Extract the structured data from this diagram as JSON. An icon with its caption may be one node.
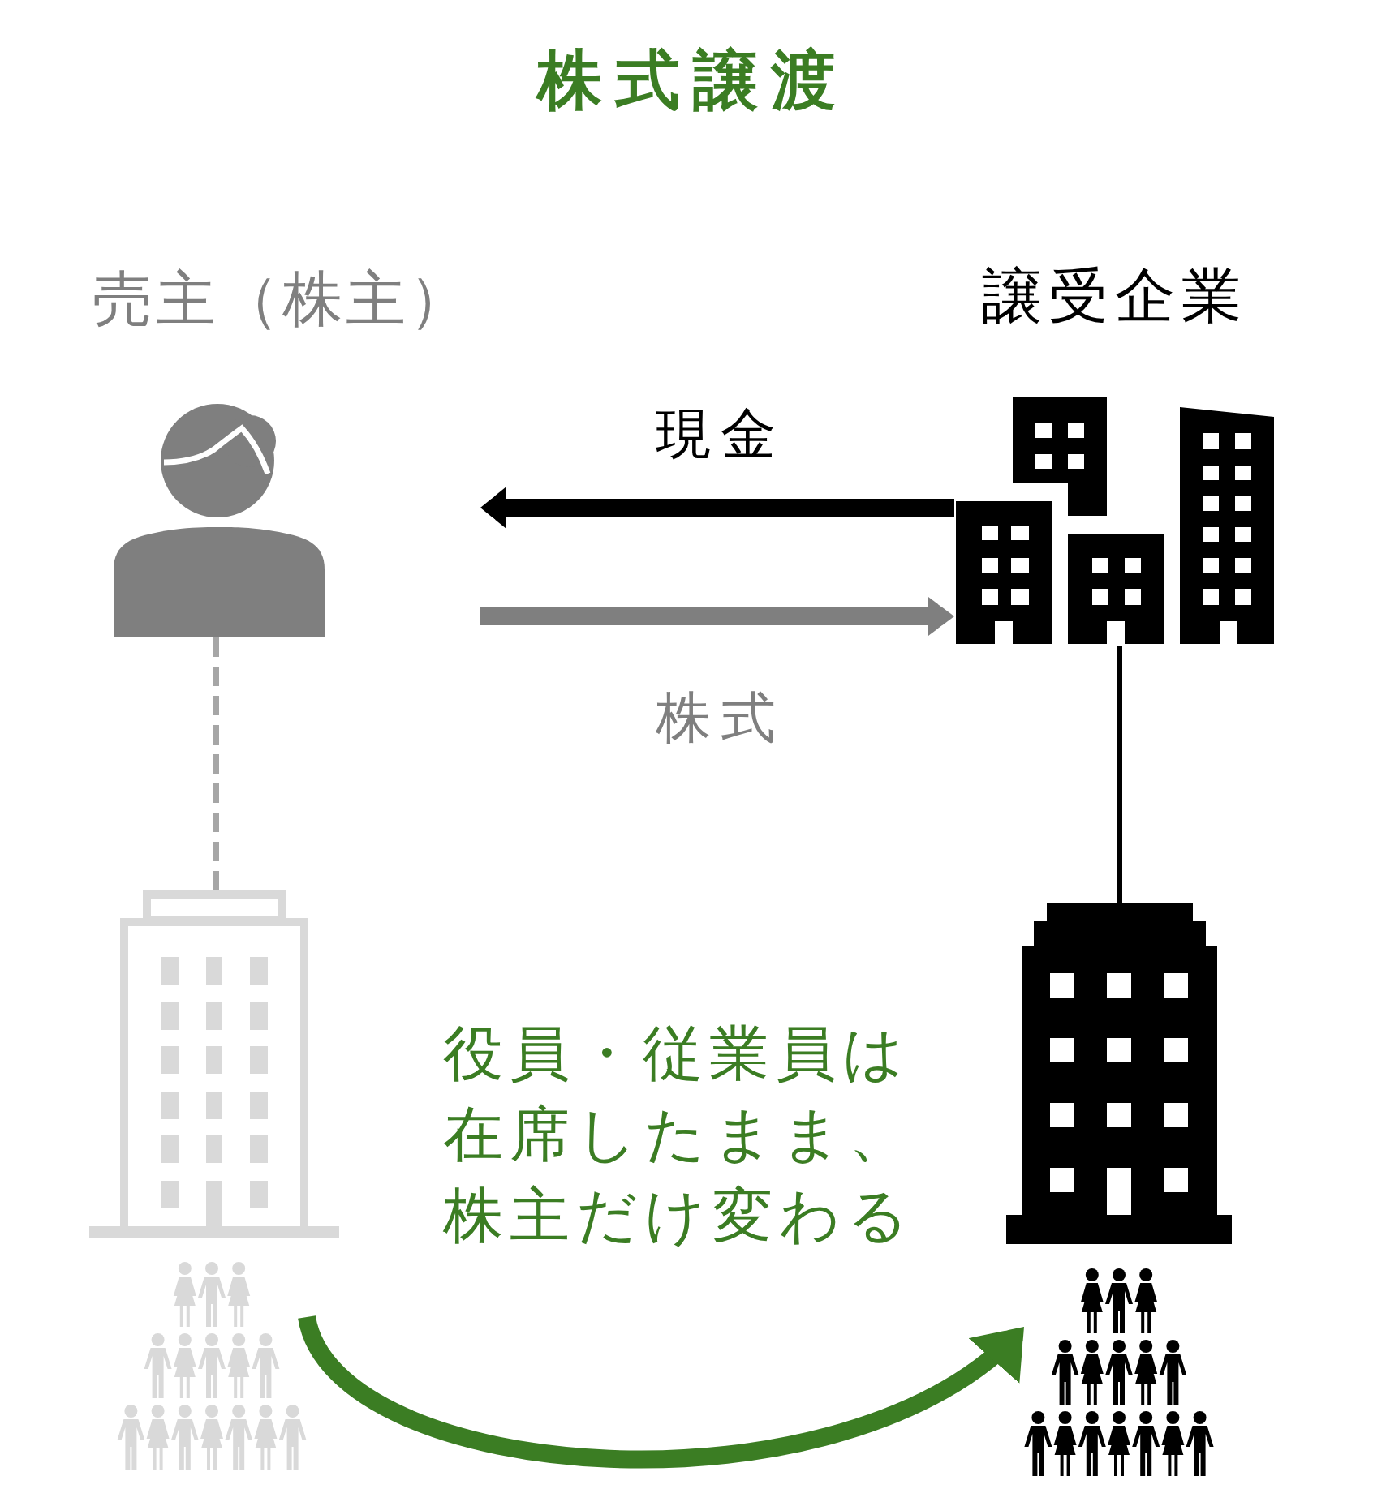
{
  "diagram": {
    "title": "株式譲渡",
    "nodes": [
      {
        "text": [
          "売主（株主）"
        ]
      },
      {
        "text": [
          "譲受企業"
        ]
      },
      {
        "text": [],
        "shape": "building"
      },
      {
        "text": [],
        "shape": "building"
      },
      {
        "text": [],
        "shape": "people"
      },
      {
        "text": [],
        "shape": "people"
      }
    ],
    "edges": [
      {
        "from": 1,
        "to": 0,
        "arrow": "to",
        "label": "現金"
      },
      {
        "from": 0,
        "to": 1,
        "arrow": "to",
        "label": "株式",
        "color": "#7f7f7f"
      },
      {
        "from": 0,
        "to": 2,
        "arrow": "none",
        "style": "dashed",
        "color": "#a6a6a6"
      },
      {
        "from": 1,
        "to": 3,
        "arrow": "none"
      },
      {
        "from": 4,
        "to": 5,
        "arrow": "to",
        "color": "#3b7d23"
      }
    ],
    "labels": [
      "役員・従業員は在席したまま、株主だけ変わる"
    ]
  }
}
